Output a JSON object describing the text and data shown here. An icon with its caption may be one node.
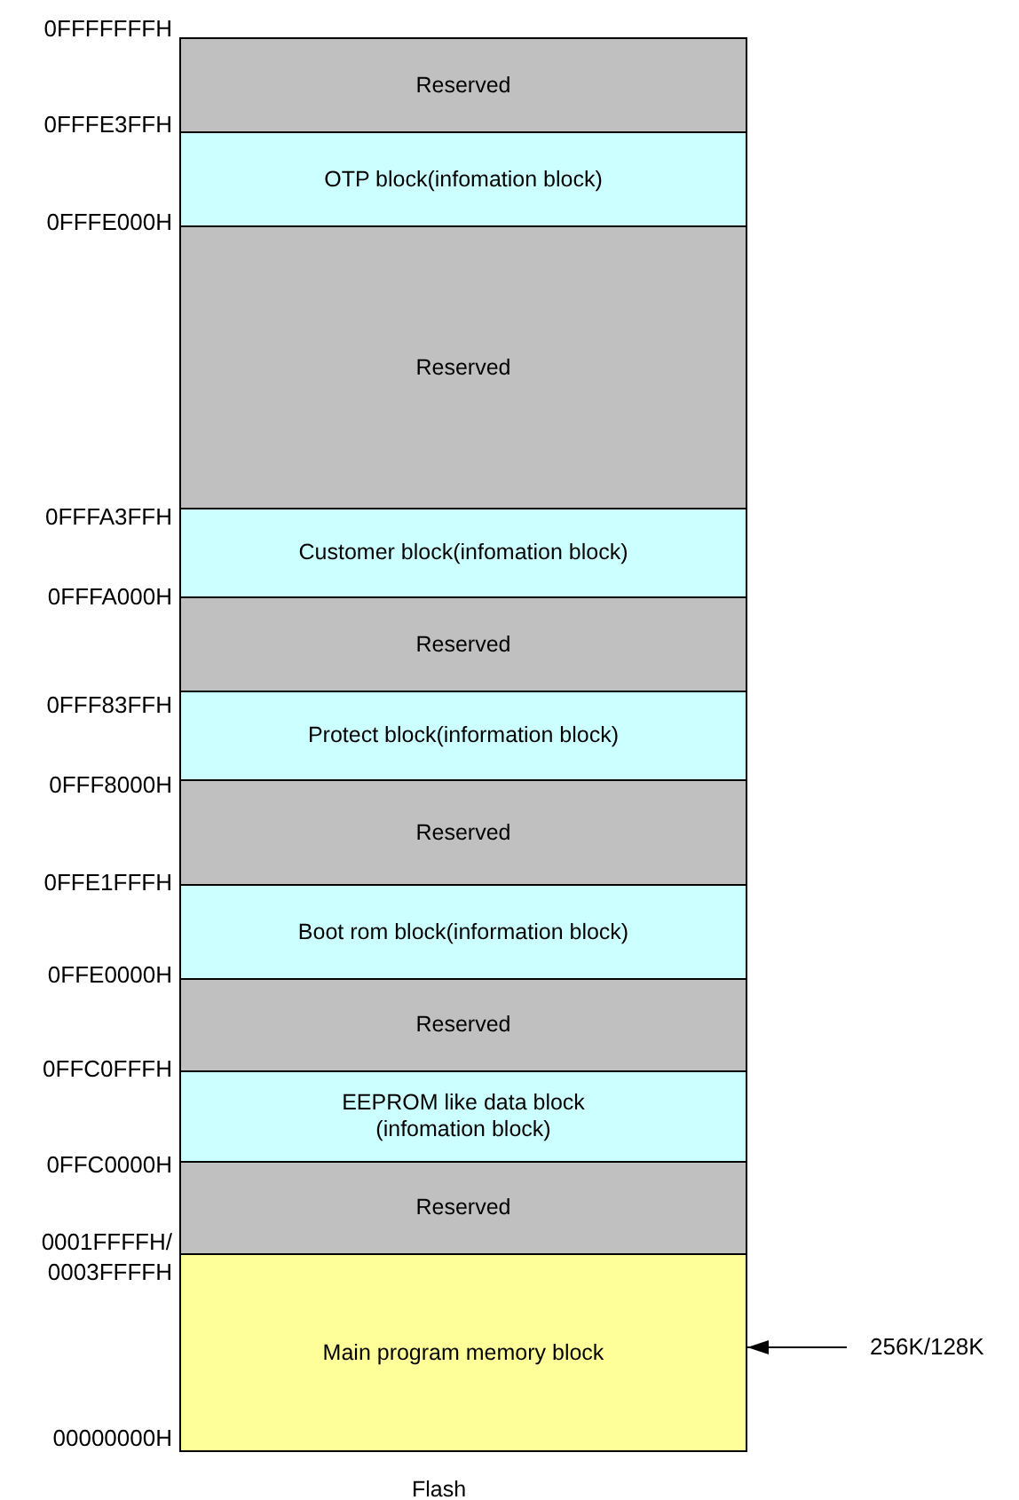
{
  "diagram": {
    "caption": "Flash",
    "nodes": [
      {
        "text": [
          "Reserved"
        ]
      },
      {
        "text": [
          "OTP block(infomation block)"
        ]
      },
      {
        "text": [
          "Reserved"
        ]
      },
      {
        "text": [
          "Customer block(infomation block)"
        ]
      },
      {
        "text": [
          "Reserved"
        ]
      },
      {
        "text": [
          "Protect block(information block)"
        ]
      },
      {
        "text": [
          "Reserved"
        ]
      },
      {
        "text": [
          "Boot rom block(information block)"
        ]
      },
      {
        "text": [
          "Reserved"
        ]
      },
      {
        "text": [
          "EEPROM like data block (infomation block)"
        ]
      },
      {
        "text": [
          "Reserved"
        ]
      },
      {
        "text": [
          "Main program memory block"
        ]
      },
      {
        "text": [
          "256K/128K"
        ]
      }
    ],
    "edges": [
      {
        "from": 12,
        "to": 11,
        "arrow": "to"
      }
    ],
    "labels": [
      "0FFFFFFFH",
      "0FFFE3FFH",
      "0FFFE000H",
      "0FFFA3FFH",
      "0FFFA000H",
      "0FFF83FFH",
      "0FFF8000H",
      "0FFE1FFFH",
      "0FFE0000H",
      "0FFC0FFFH",
      "0FFC0000H",
      "0001FFFFH/ 0003FFFFH",
      "00000000H"
    ]
  }
}
